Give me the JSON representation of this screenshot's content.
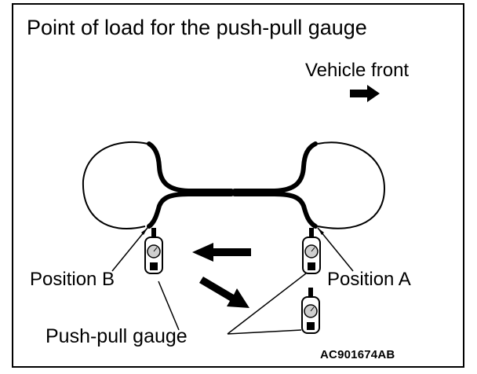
{
  "title": "Point of load for the push-pull gauge",
  "direction_label": "Vehicle front",
  "labels": {
    "position_a": "Position A",
    "position_b": "Position B",
    "gauge": "Push-pull gauge"
  },
  "figure_code": "AC901674AB",
  "icons": [
    "arrow-right-icon",
    "arrow-left-icon",
    "arrow-diagonal-icon",
    "push-pull-gauge-icon"
  ],
  "colors": {
    "line": "#000000",
    "background": "#ffffff",
    "gauge_face": "#cfcfcf"
  }
}
